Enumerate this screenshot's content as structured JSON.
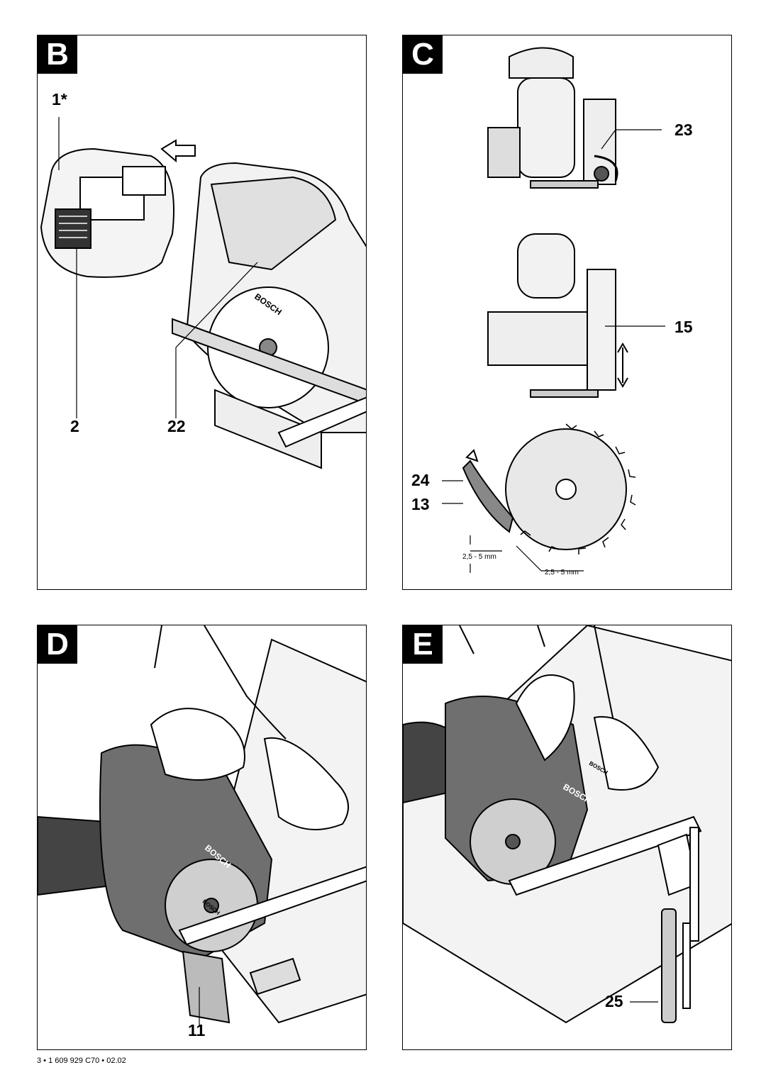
{
  "panels": {
    "B": {
      "label": "B",
      "callouts": [
        "1*",
        "2",
        "22"
      ]
    },
    "C": {
      "label": "C",
      "callouts": [
        "23",
        "15",
        "24",
        "13"
      ],
      "dimensions": [
        "2,5 - 5 mm",
        "2,5 - 5 mm"
      ]
    },
    "D": {
      "label": "D",
      "callouts": [
        "11"
      ]
    },
    "E": {
      "label": "E",
      "callouts": [
        "25"
      ]
    }
  },
  "brand_marks": [
    "BOSCH",
    "BOSCH",
    "BOSCH",
    "BOSCH",
    "BOSCH"
  ],
  "footer": "3 • 1 609 929 C70 • 02.02"
}
